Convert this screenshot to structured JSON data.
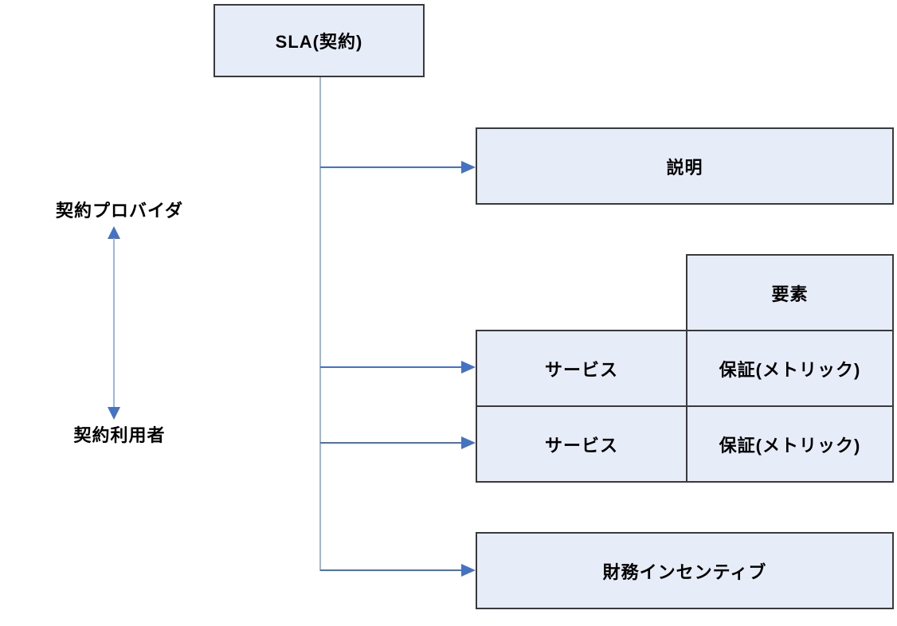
{
  "colors": {
    "box_fill": "#e7edf8",
    "box_border": "#3a3a3a",
    "arrow": "#4472c4",
    "line_light": "#9db6de"
  },
  "diagram": {
    "root_label": "SLA(契約)",
    "description_label": "説明",
    "element_label": "要素",
    "rows": [
      {
        "service": "サービス",
        "guarantee": "保証(メトリック)"
      },
      {
        "service": "サービス",
        "guarantee": "保証(メトリック)"
      }
    ],
    "finance_label": "財務インセンティブ",
    "provider_label": "契約プロバイダ",
    "consumer_label": "契約利用者"
  }
}
